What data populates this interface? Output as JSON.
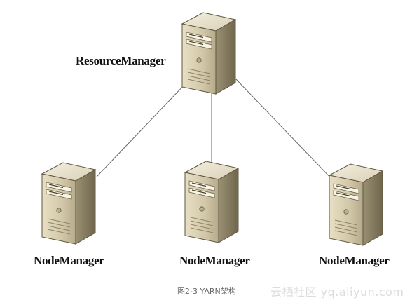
{
  "diagram": {
    "resource_manager_label": "ResourceManager",
    "node_managers": [
      {
        "label": "NodeManager"
      },
      {
        "label": "NodeManager"
      },
      {
        "label": "NodeManager"
      }
    ],
    "caption": "图2-3    YARN架构",
    "watermark": "云栖社区 yq.aliyun.com"
  },
  "colors": {
    "server_front": "#d6ccb0",
    "server_side": "#8f8569",
    "server_top": "#e9e2cc",
    "connector": "#555555"
  },
  "icons": [
    "server-icon"
  ]
}
